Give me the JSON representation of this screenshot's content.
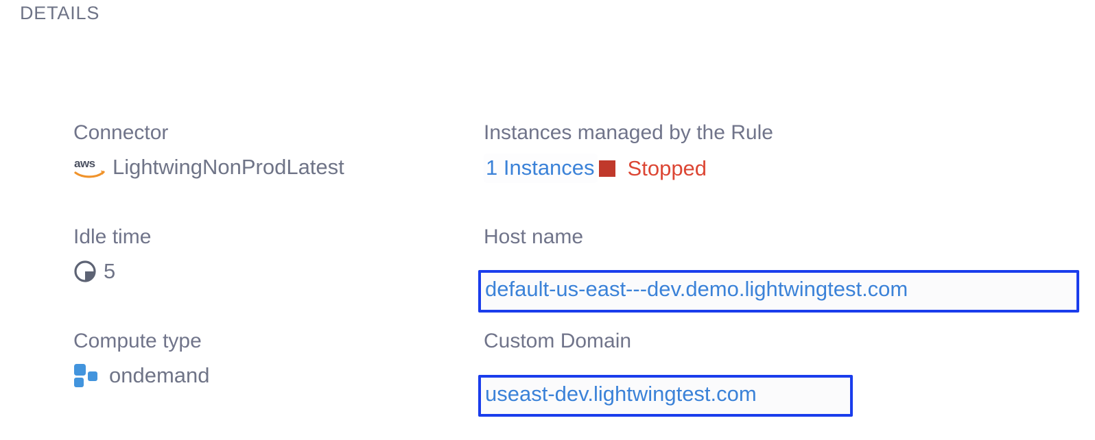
{
  "section": {
    "title": "DETAILS"
  },
  "colors": {
    "label": "#70748a",
    "value": "#6f7487",
    "link": "#3b82d8",
    "status_red": "#dc4634",
    "status_square": "#c0392b",
    "annotation_border": "#1a3dec",
    "aws_orange": "#f0932b",
    "aws_dark": "#4b5161",
    "compute_blue": "#4294dd"
  },
  "fields": {
    "connector": {
      "label": "Connector",
      "value": "LightwingNonProdLatest",
      "icon": "aws-logo-icon"
    },
    "instances": {
      "label": "Instances managed by the Rule",
      "link_text": "1 Instances",
      "status_text": "Stopped",
      "status_icon": "stopped-square-icon"
    },
    "idle_time": {
      "label": "Idle time",
      "value": "5",
      "icon": "clock-icon"
    },
    "host_name": {
      "label": "Host name",
      "value": "default-us-east---dev.demo.lightwingtest.com"
    },
    "compute_type": {
      "label": "Compute type",
      "value": "ondemand",
      "icon": "compute-blocks-icon"
    },
    "custom_domain": {
      "label": "Custom Domain",
      "value": "useast-dev.lightwingtest.com"
    }
  }
}
